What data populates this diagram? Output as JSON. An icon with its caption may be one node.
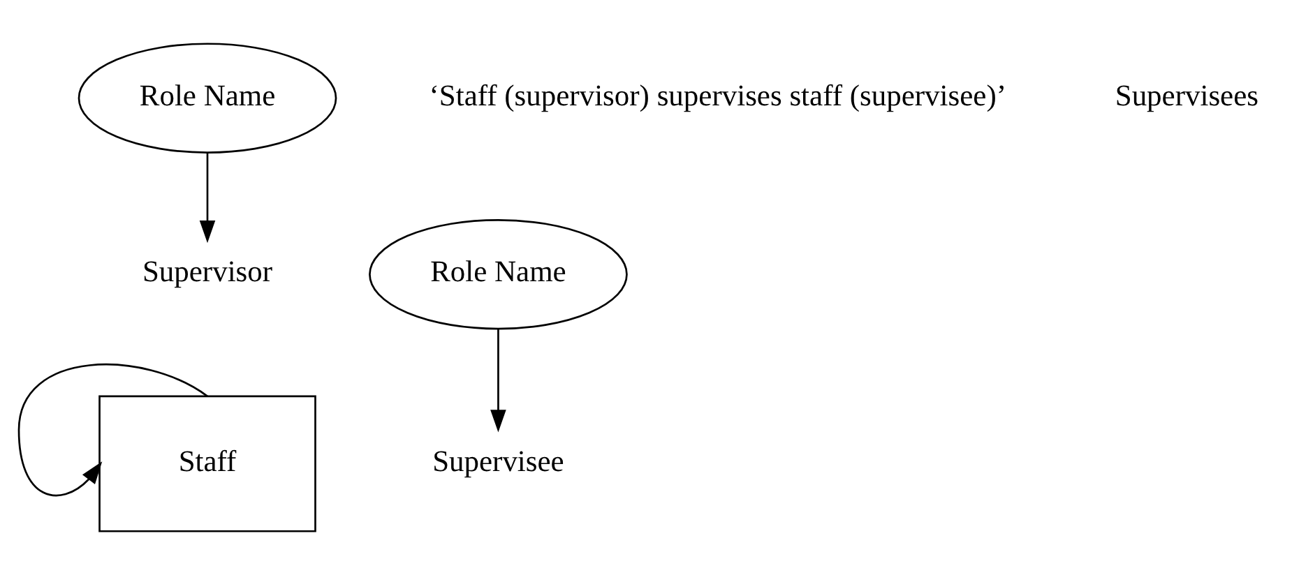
{
  "diagram": {
    "nodes": [
      {
        "text": [
          "Role Name"
        ]
      },
      {
        "text": [
          "Supervisor"
        ]
      },
      {
        "text": [
          "Role Name"
        ]
      },
      {
        "text": [
          "Supervisee"
        ]
      },
      {
        "text": [
          "Staff"
        ]
      }
    ],
    "edges": [
      {
        "from": 0,
        "to": 1,
        "arrow": "to"
      },
      {
        "from": 4,
        "to": 4,
        "arrow": "to"
      },
      {
        "from": 2,
        "to": 3,
        "arrow": "to"
      }
    ],
    "labels": [
      "‘Staff (supervisor) supervises staff (supervisee)’",
      "Supervisees"
    ]
  }
}
